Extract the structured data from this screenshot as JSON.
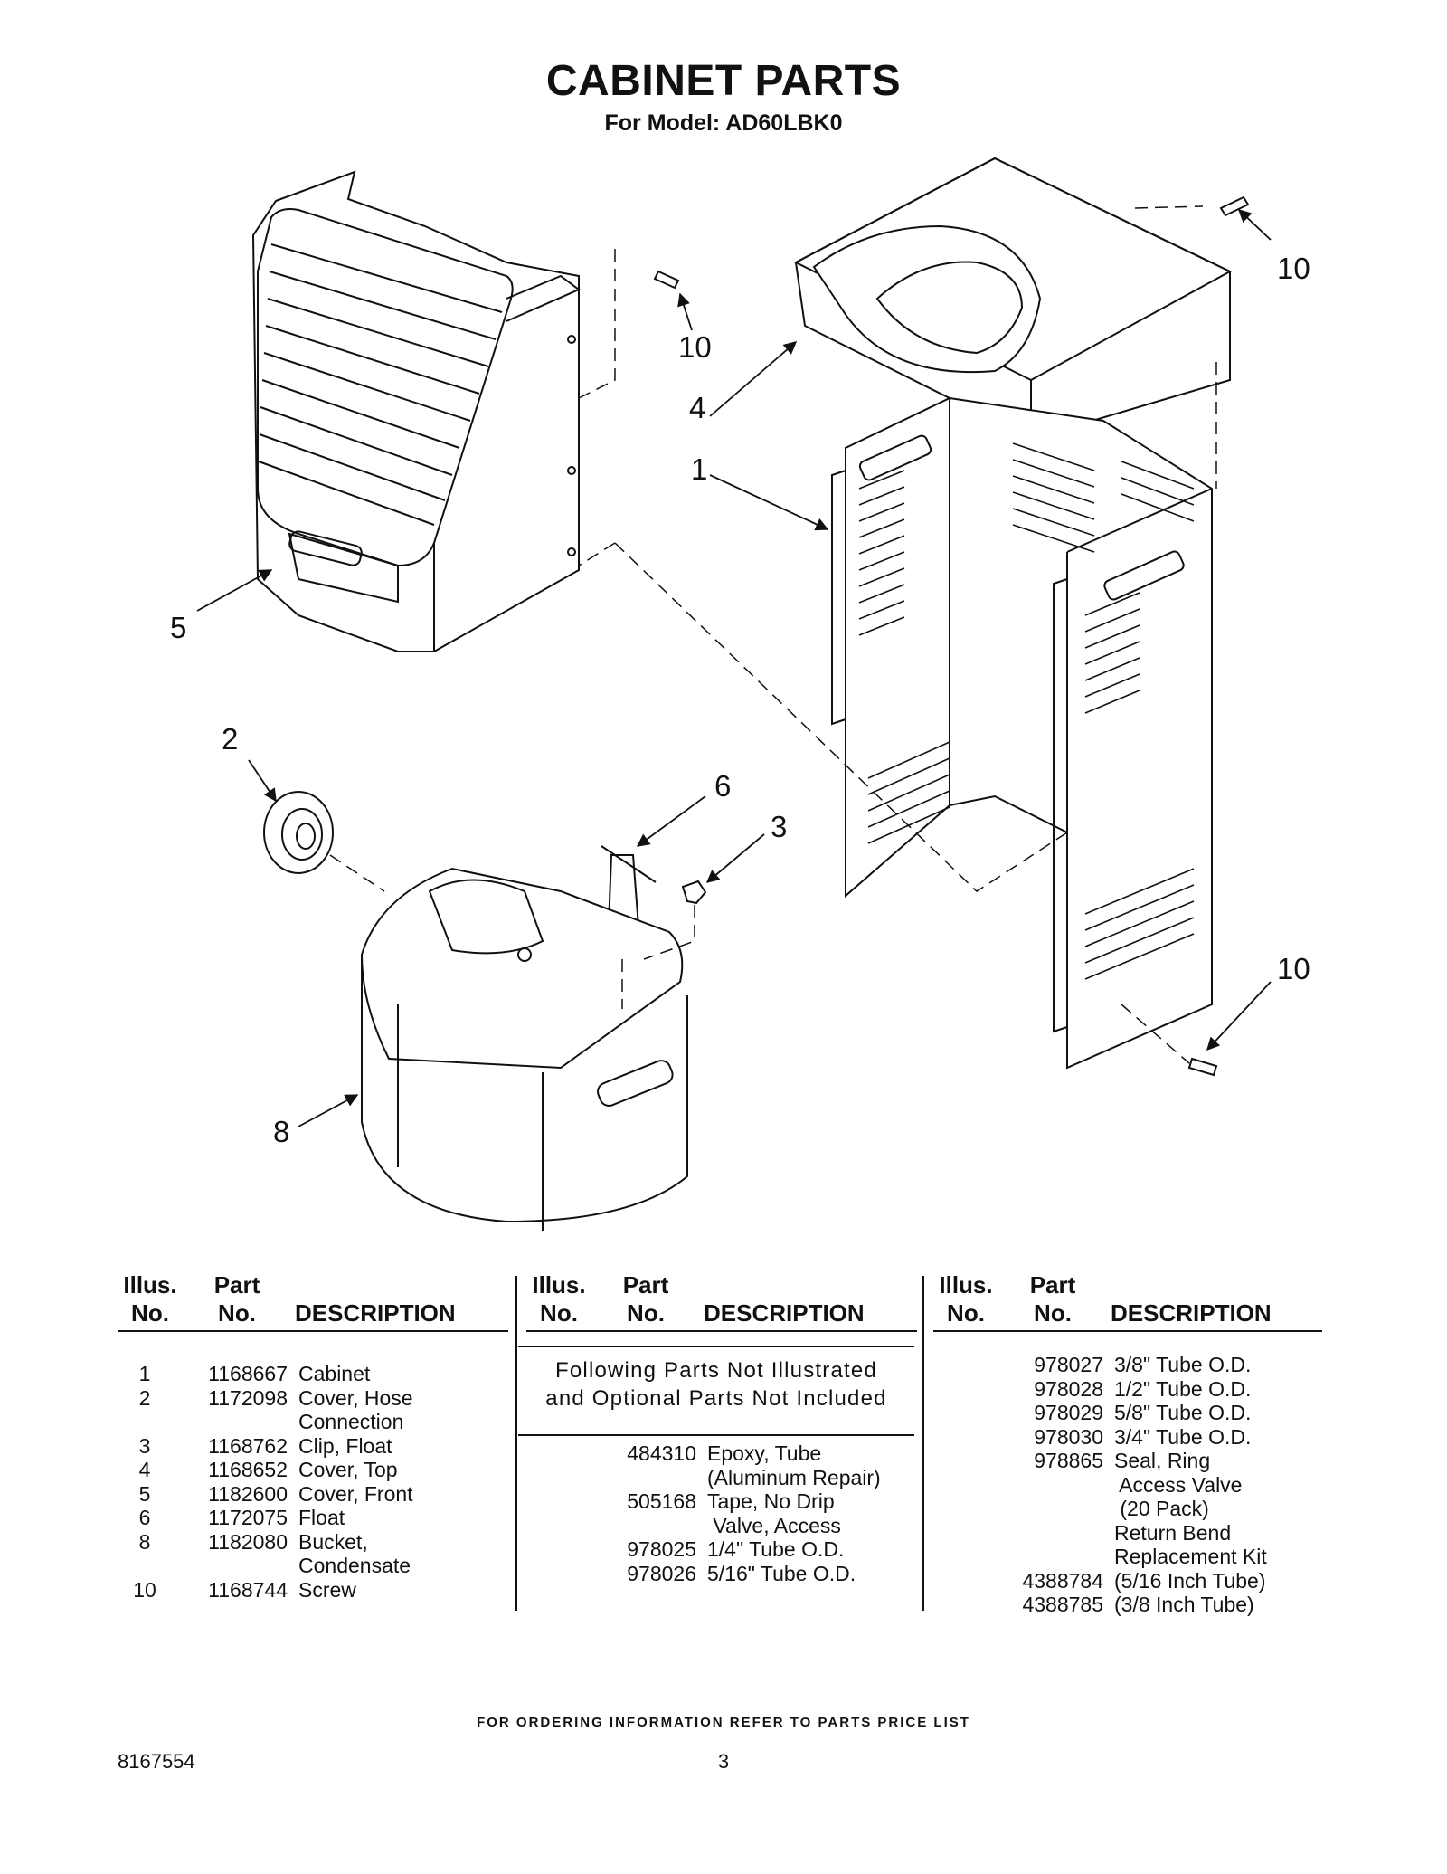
{
  "title": "CABINET PARTS",
  "subtitle": "For Model: AD60LBK0",
  "callouts": {
    "c10a": "10",
    "c10b": "10",
    "c10c": "10",
    "c4": "4",
    "c1": "1",
    "c5": "5",
    "c2": "2",
    "c6": "6",
    "c3": "3",
    "c8": "8"
  },
  "table_headers": {
    "illus": "Illus.",
    "no": "No.",
    "part": "Part",
    "description": "DESCRIPTION"
  },
  "col1_rows": [
    {
      "illus": "1",
      "part": "1168667",
      "desc": "Cabinet"
    },
    {
      "illus": "2",
      "part": "1172098",
      "desc": "Cover, Hose"
    },
    {
      "illus": "",
      "part": "",
      "desc": "Connection"
    },
    {
      "illus": "3",
      "part": "1168762",
      "desc": "Clip, Float"
    },
    {
      "illus": "4",
      "part": "1168652",
      "desc": "Cover, Top"
    },
    {
      "illus": "5",
      "part": "1182600",
      "desc": "Cover, Front"
    },
    {
      "illus": "6",
      "part": "1172075",
      "desc": "Float"
    },
    {
      "illus": "8",
      "part": "1182080",
      "desc": "Bucket,"
    },
    {
      "illus": "",
      "part": "",
      "desc": "Condensate"
    },
    {
      "illus": "10",
      "part": "1168744",
      "desc": "Screw"
    }
  ],
  "not_illustrated": {
    "line1": "Following Parts Not Illustrated",
    "line2": "and Optional Parts Not Included"
  },
  "col2_rows": [
    {
      "part": "484310",
      "desc": "Epoxy, Tube"
    },
    {
      "part": "",
      "desc": "(Aluminum Repair)"
    },
    {
      "part": "505168",
      "desc": "Tape, No Drip"
    },
    {
      "part": "",
      "desc": " Valve, Access"
    },
    {
      "part": "978025",
      "desc": "1/4\" Tube O.D."
    },
    {
      "part": "978026",
      "desc": "5/16\" Tube O.D."
    }
  ],
  "col3_rows": [
    {
      "part": "978027",
      "desc": "3/8\" Tube O.D."
    },
    {
      "part": "978028",
      "desc": "1/2\" Tube O.D."
    },
    {
      "part": "978029",
      "desc": "5/8\" Tube O.D."
    },
    {
      "part": "978030",
      "desc": "3/4\" Tube O.D."
    },
    {
      "part": "978865",
      "desc": "Seal, Ring"
    },
    {
      "part": "",
      "desc": " Access Valve"
    },
    {
      "part": "",
      "desc": " (20 Pack)"
    },
    {
      "part": "",
      "desc": "Return Bend"
    },
    {
      "part": "",
      "desc": "Replacement Kit"
    },
    {
      "part": "4388784",
      "desc": "(5/16 Inch Tube)"
    },
    {
      "part": "4388785",
      "desc": "(3/8 Inch Tube)"
    }
  ],
  "footer_note": "FOR ORDERING INFORMATION REFER TO PARTS PRICE LIST",
  "doc_number": "8167554",
  "page_number": "3"
}
